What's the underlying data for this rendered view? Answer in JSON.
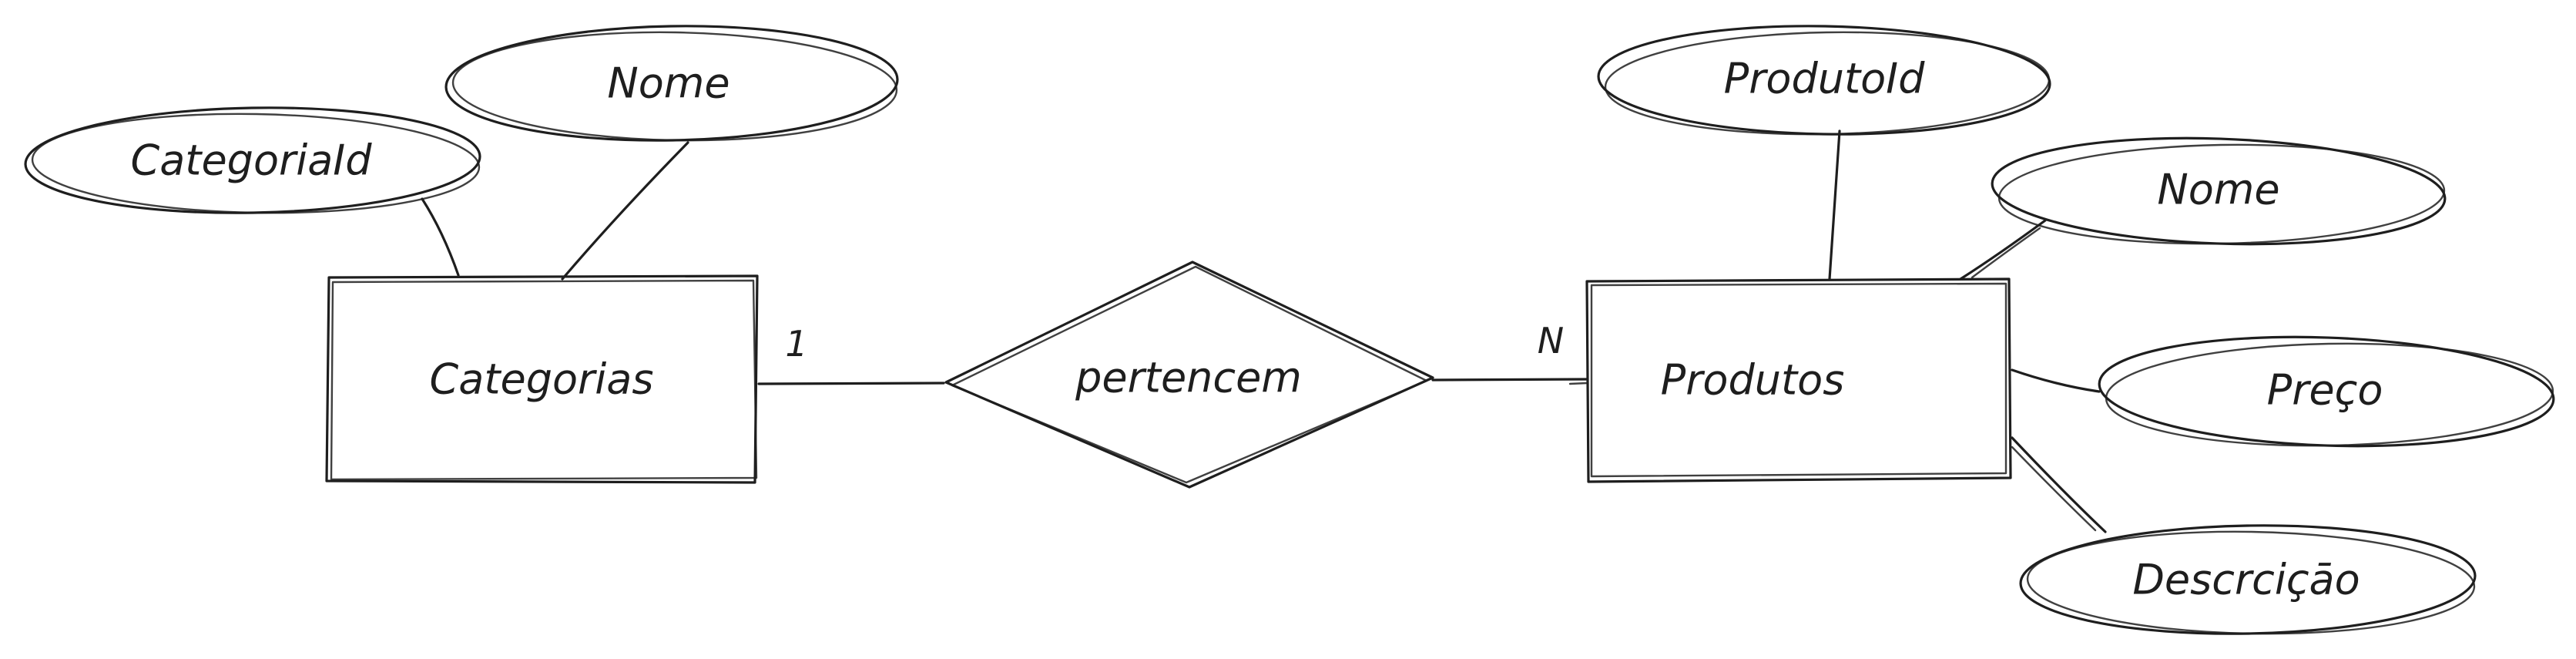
{
  "entities": {
    "categorias": "Categorias",
    "produtos": "Produtos"
  },
  "relationship": {
    "label": "pertencem",
    "card_left": "1",
    "card_right": "N"
  },
  "attributes": {
    "categoria_id": "CategoriaId",
    "categoria_nome": "Nome",
    "produto_id": "ProdutoId",
    "produto_nome": "Nome",
    "produto_preco": "Preço",
    "produto_descricao": "Descrciçāo"
  },
  "colors": {
    "stroke": "#1e1e1e",
    "background": "#ffffff"
  }
}
